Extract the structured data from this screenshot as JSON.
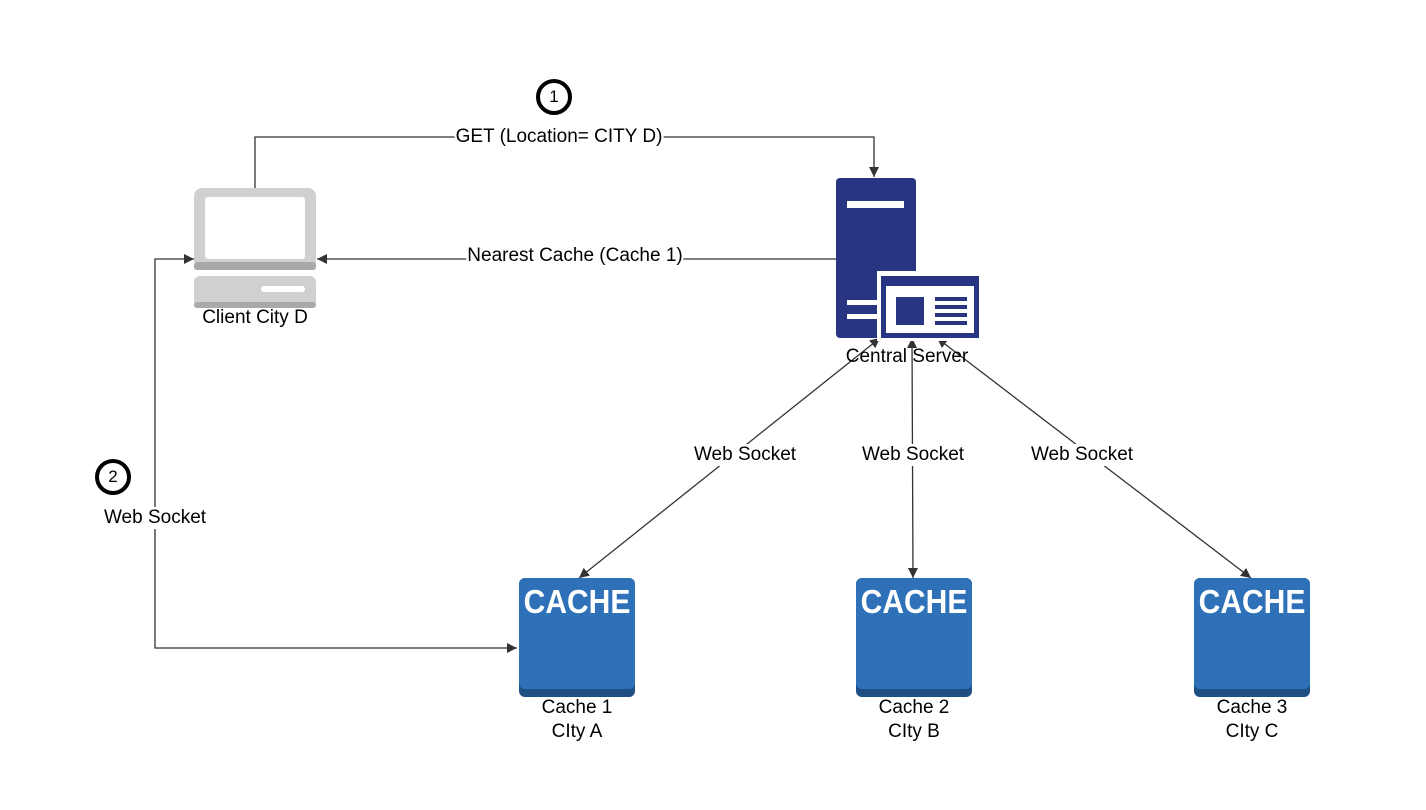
{
  "client": {
    "label": "Client City D"
  },
  "server": {
    "label": "Central Server"
  },
  "steps": [
    {
      "number": "1"
    },
    {
      "number": "2"
    }
  ],
  "edges": {
    "get_request": "GET (Location= CITY D)",
    "nearest_cache": "Nearest Cache (Cache 1)",
    "client_socket": "Web Socket",
    "socket_a": "Web Socket",
    "socket_b": "Web Socket",
    "socket_c": "Web Socket"
  },
  "caches": [
    {
      "icon_text": "CACHE",
      "name": "Cache 1",
      "city": "CIty A"
    },
    {
      "icon_text": "CACHE",
      "name": "Cache 2",
      "city": "CIty B"
    },
    {
      "icon_text": "CACHE",
      "name": "Cache 3",
      "city": "CIty C"
    }
  ],
  "colors": {
    "server": "#283583",
    "cache_face": "#2e71b8",
    "cache_edge": "#1d4f82",
    "client_body": "#d0d0d0",
    "line": "#333333"
  },
  "icons": {
    "client": "desktop-computer-icon",
    "server": "server-icon",
    "cache": "cache-icon"
  }
}
